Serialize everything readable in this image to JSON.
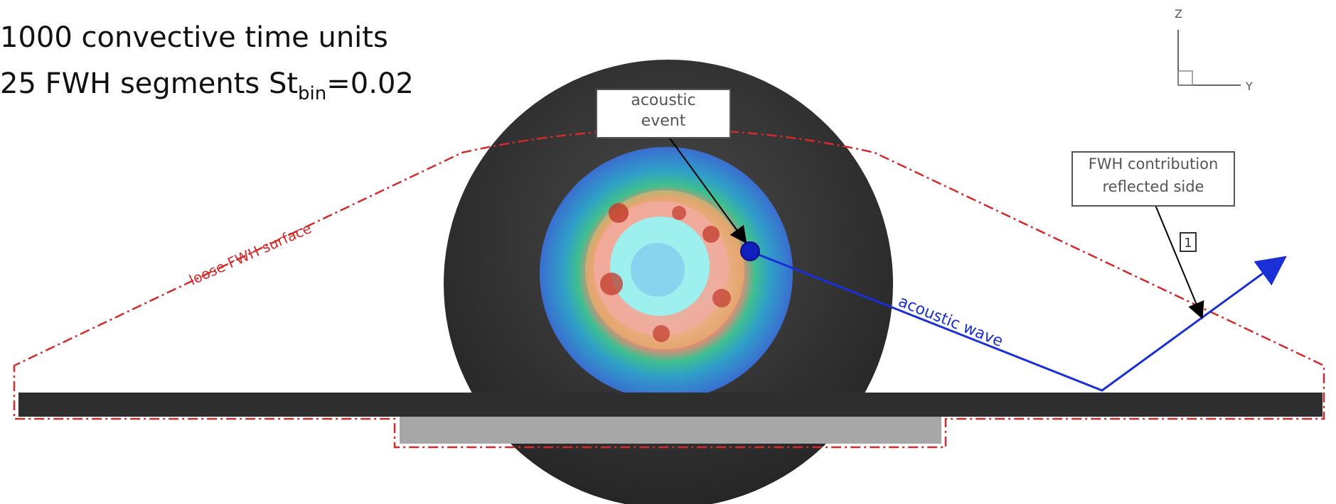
{
  "header": {
    "line1": "1000 convective time units",
    "line2_prefix": "25 FWH segments St",
    "line2_sub": "bin",
    "line2_suffix": "=0.02"
  },
  "labels": {
    "acoustic_event_1": "acoustic",
    "acoustic_event_2": "event",
    "fwh_contribution_1": "FWH contribution",
    "fwh_contribution_2": "reflected side",
    "marker_number": "1",
    "loose_fwh_surface": "loose FWH surface",
    "acoustic_wave": "acoustic wave"
  },
  "axes": {
    "z": "Z",
    "y": "Y"
  },
  "colors": {
    "fwh_line": "#d42a2a",
    "wave": "#1a2fd6",
    "nozzle": "#3a3a3a",
    "plate": "#2e2e2e",
    "plate_under": "#a7a7a7"
  }
}
